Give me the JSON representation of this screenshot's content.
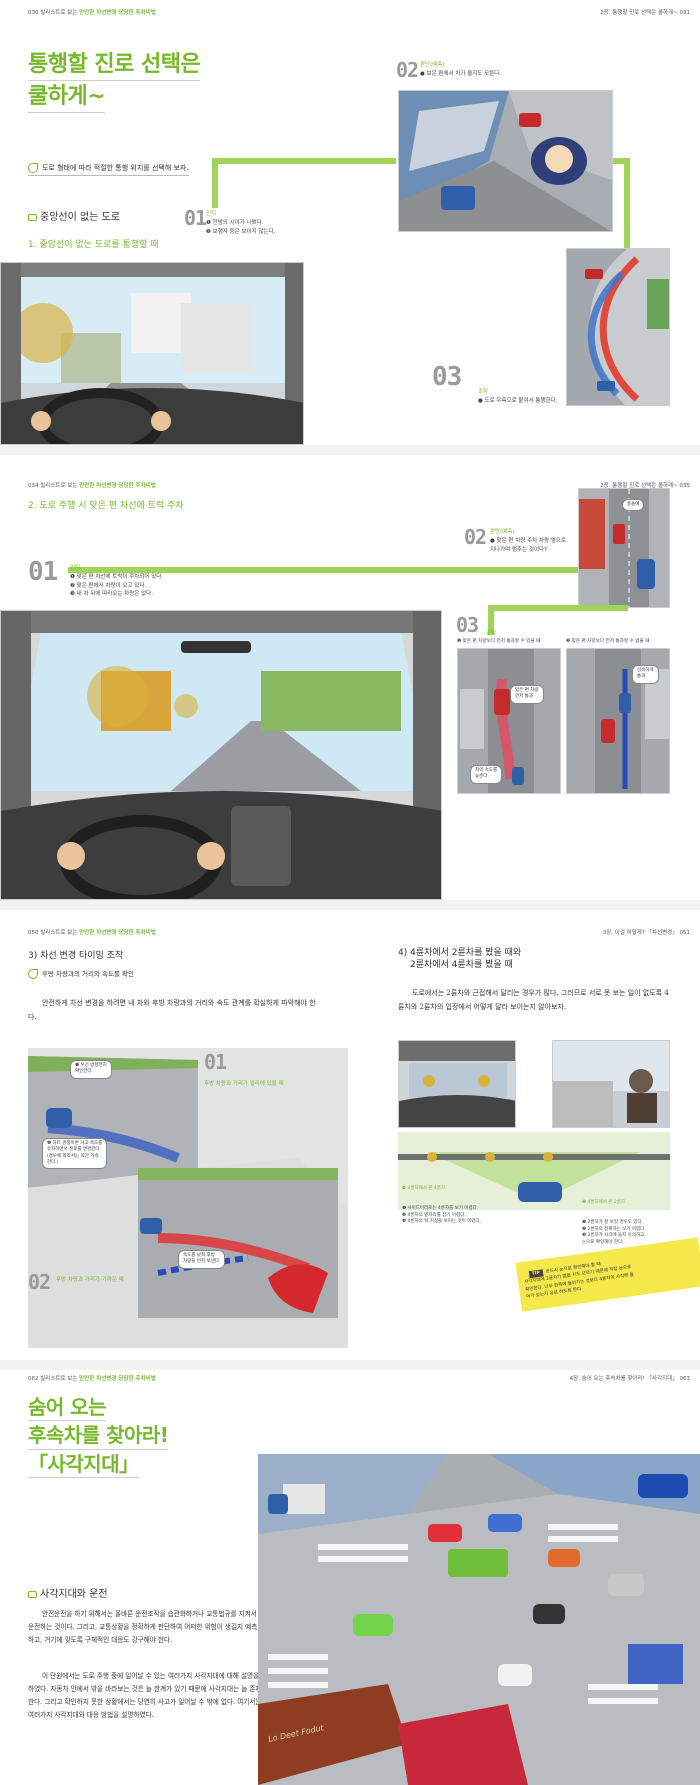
{
  "spread1": {
    "header_left_num": "030",
    "header_left_text": "빌리스트로 보는",
    "header_left_bold": "만만한 차선변경 당당한 주차비법",
    "header_right_text": "2장. 통행할 진로 선택은 쿨하게~",
    "header_right_num": "031",
    "title_line1": "통행할 진로 선택은",
    "title_line2": "쿨하게~",
    "intro": "도로 형태에 따라 적절한 통행 위치를 선택해 보자.",
    "section": "중앙선이 없는 도로",
    "subsection": "1. 중앙선이 없는 도로를 통행할 때",
    "step1_num": "01",
    "step1_tag": "인지",
    "step1_line1": "❶ 전방의 시야가 나쁘다.",
    "step1_line2": "❷ 보행자 등은 보이지 않는다.",
    "step2_num": "02",
    "step2_tag": "판단(예측)",
    "step2_line1": "● 보은 편에서 차가 올지도 모른다.",
    "step3_num": "03",
    "step3_tag": "조작",
    "step3_line1": "● 도로 우측으로 붙여서 통행한다."
  },
  "spread2": {
    "header_left_num": "034",
    "header_left_text": "빌리스트로 보는",
    "header_left_bold": "만만한 차선변경 당당한 주차비법",
    "header_right_text": "2장. 통행할 진로 선택은 쿨하게~",
    "header_right_num": "035",
    "subsection": "2. 도로 주행 시 맞은 편 차선에 트럭 주차",
    "step1_num": "01",
    "step1_tag": "인지",
    "step1_line1": "❶ 맞은 편 차선에 트럭이 주차되어 있다.",
    "step1_line2": "❷ 맞은 편에서 차량이 오고 있다.",
    "step1_line3": "❸ 내 차 뒤에 따라오는 차량은 없다.",
    "step2_num": "02",
    "step2_tag": "판단(예측)",
    "step2_line1": "● 맞은 편 차량 주차 차량 옆으로",
    "step2_line2": "지나가며 멈추는 것이다?",
    "step2_bubble": "충돌예",
    "step3_num": "03",
    "step3_tag": "조작",
    "step3_caption1": "❶ 맞은 편 차량보다 먼저 통과할 수 있을 때",
    "step3_caption2": "❷ 맞은 편 차량보다 먼저 통과할 수 없을 때",
    "bubble_a": "있은 편 차량\n먼저 통과",
    "bubble_b": "차의 속도를\n늦춘다.",
    "bubble_c": "선속하게\n통과"
  },
  "spread3": {
    "header_left_num": "050",
    "header_left_text": "빌리스트로 보는",
    "header_left_bold": "만만한 차선변경 당당한 주차비법",
    "header_right_text": "3장. 이걸 어떻게? 「차선변경」",
    "header_right_num": "051",
    "left_heading": "3) 차선 변경 타이밍 조작",
    "left_intro": "후방 차량과의 거리와 속도를 확인",
    "left_para": "안전하게 차선 변경을 하려면 내 차와 후방 차량과의 거리와 속도 관계를 확실하게 파악해야 한다.",
    "step1_num": "01",
    "step1_caption": "후방 차량과 거리가 멀리에 있을 때",
    "step2_num": "02",
    "step2_caption": "후방 차량과 거리가 가까운 때",
    "bubble1": "❶ 우선 방향전지\n확인한다.",
    "bubble2": "❷ 하트 경쟁이면 거고 속도를\n유지하면서 진로를 변경한다.\n(경우에 따라서는 약간 가속\n한다.)",
    "bubble3": "속도를 낮춰 후방\n차량을 먼저 보낸다.",
    "right_heading_line1": "4) 4륜차에서 2륜차를 봤을 때와",
    "right_heading_line2": "2륜차에서 4륜차를 봤을 때",
    "right_para": "도로에서는 2륜차와 근접해서 달리는 경우가 많다. 그러므로 서로 못 보는 일이 없도록 4륜차와 2륜차의 입장에서 어떻게 달라 보이는지 알아보자.",
    "left_view_title": "❹ 4륜차에서 본 4륜차",
    "left_view_lines": "❶ 사이드미러로는 4륜차를 보기 어렵다.\n❷ 4륜차의 옆자리를 잡기 어렵다.\n❸ 4륜차의 뒤 지점을 보이는 것이 어렵다.",
    "right_view_title": "❺ 4륜차에서 본 2륜차",
    "right_view_lines": "❶ 2륜차가 잘 보일 경우도 있다.\n❷ 2륜차의 정확하는 보기 어렵다.\n❸ 2륜차가 사각에 들지 유의하고,\n눈으로 확인해야 한다.",
    "tip_label": "TIP",
    "tip_text": "반드시 눈으로 확인해야 할 때\n사각지대에 2륜차가 없을 지도 모르기 때문에 직접 눈으로\n확인한다. 너무 한쪽에 들어가는 것보다 4륜차의 사각에 들\n어가 있는지 유념 하도록 한다."
  },
  "spread4": {
    "header_left_num": "062",
    "header_left_text": "빌리스트로 보는",
    "header_left_bold": "만만한 차선변경 당당한 주차비법",
    "header_right_text": "4장. 숨어 오는 후속차를 찾아라! 「사각지대」",
    "header_right_num": "063",
    "title_line1": "숨어 오는",
    "title_line2": "후속차를 찾아라!",
    "title_line3": "「사각지대」",
    "section": "사각지대와 운전",
    "para1": "안전운전을 하기 위해서는 올바른 운전조작을 습관화하거나 교통법규를 지켜서 운전하는 것이다. 그리고, 교통상황을 정확하게 판단하여 어떠한 위험이 생길지 예측하고, 거기에 맞도록 구체적인 대응도 강구해야 한다.",
    "para2": "이 단원에서는 도로 주행 중에 일어날 수 있는 여러가지 사각지대에 대해 설명을 하였다. 자동차 안에서 밖을 바라보는 것은 늘 한계가 있기 때문에 사각지대는 늘 존재한다. 그리고 확인하지 못한 상황에서는 당연히 사고가 일어날 수 밖에 없다. 여기서는 여러가지 사각지대와 대응 방법을 설명하였다.",
    "truck_text": "Lo Deet Fodut"
  }
}
